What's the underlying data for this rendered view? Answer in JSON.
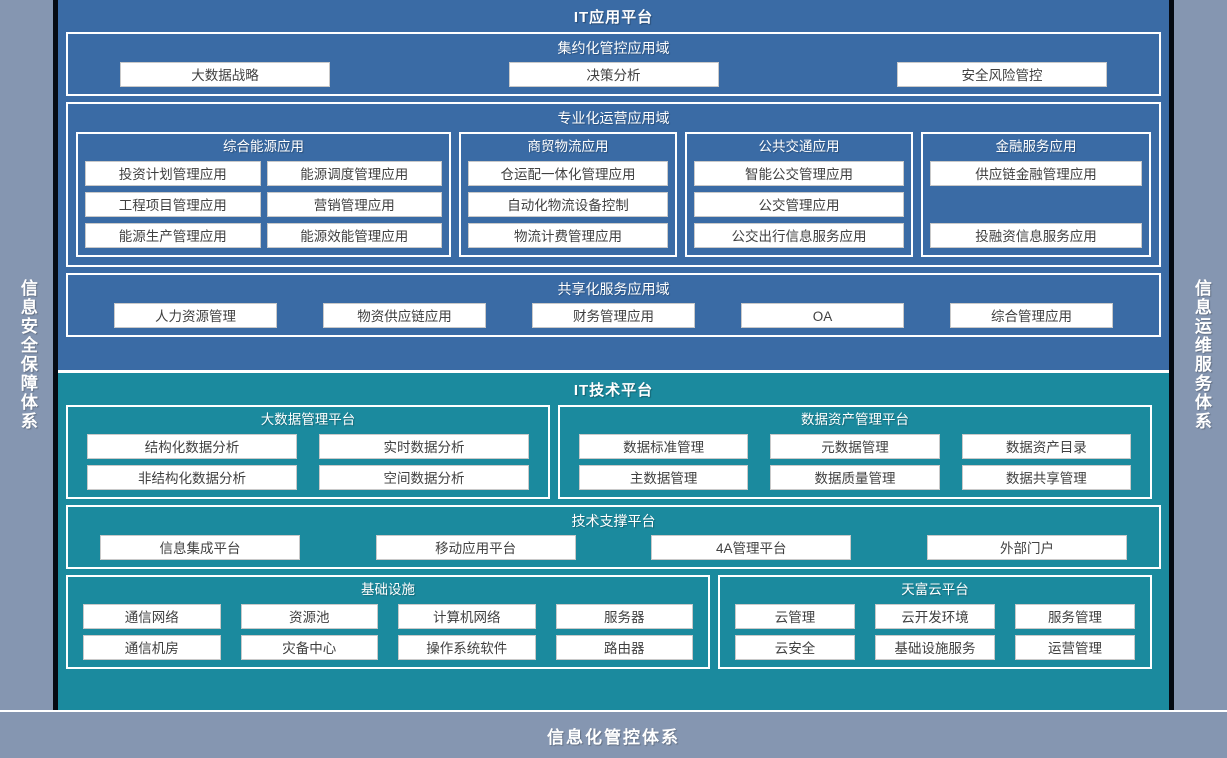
{
  "rails": {
    "left_label": "信息安全保障体系",
    "right_label": "信息运维服务体系"
  },
  "bottom_band": {
    "label": "信息化管控体系"
  },
  "colors": {
    "app_platform_blue": "#3a6ba5",
    "tech_platform_teal": "#1b8a9e",
    "rail_slate": "#8596b1",
    "chip_white": "#ffffff",
    "frame_black": "#050a12"
  },
  "app_platform": {
    "title": "IT应用平台",
    "domains": [
      {
        "title": "集约化管控应用域",
        "items": [
          "大数据战略",
          "决策分析",
          "安全风险管控"
        ]
      },
      {
        "title": "专业化运营应用域",
        "subgroups": [
          {
            "title": "综合能源应用",
            "rows": [
              [
                "投资计划管理应用",
                "能源调度管理应用"
              ],
              [
                "工程项目管理应用",
                "营销管理应用"
              ],
              [
                "能源生产管理应用",
                "能源效能管理应用"
              ]
            ]
          },
          {
            "title": "商贸物流应用",
            "rows": [
              [
                "仓运配一体化管理应用"
              ],
              [
                "自动化物流设备控制"
              ],
              [
                "物流计费管理应用"
              ]
            ]
          },
          {
            "title": "公共交通应用",
            "rows": [
              [
                "智能公交管理应用"
              ],
              [
                "公交管理应用"
              ],
              [
                "公交出行信息服务应用"
              ]
            ]
          },
          {
            "title": "金融服务应用",
            "rows": [
              [
                "供应链金融管理应用"
              ],
              [
                ""
              ],
              [
                "投融资信息服务应用"
              ]
            ]
          }
        ]
      },
      {
        "title": "共享化服务应用域",
        "items": [
          "人力资源管理",
          "物资供应链应用",
          "财务管理应用",
          "OA",
          "综合管理应用"
        ]
      }
    ]
  },
  "tech_platform": {
    "title": "IT技术平台",
    "row_one": [
      {
        "title": "大数据管理平台",
        "rows": [
          [
            "结构化数据分析",
            "实时数据分析"
          ],
          [
            "非结构化数据分析",
            "空间数据分析"
          ]
        ]
      },
      {
        "title": "数据资产管理平台",
        "rows": [
          [
            "数据标准管理",
            "元数据管理",
            "数据资产目录"
          ],
          [
            "主数据管理",
            "数据质量管理",
            "数据共享管理"
          ]
        ]
      }
    ],
    "tech_support": {
      "title": "技术支撑平台",
      "items": [
        "信息集成平台",
        "移动应用平台",
        "4A管理平台",
        "外部门户"
      ]
    },
    "row_three": [
      {
        "title": "基础设施",
        "rows": [
          [
            "通信网络",
            "资源池",
            "计算机网络",
            "服务器"
          ],
          [
            "通信机房",
            "灾备中心",
            "操作系统软件",
            "路由器"
          ]
        ]
      },
      {
        "title": "天富云平台",
        "rows": [
          [
            "云管理",
            "云开发环境",
            "服务管理"
          ],
          [
            "云安全",
            "基础设施服务",
            "运营管理"
          ]
        ]
      }
    ]
  }
}
